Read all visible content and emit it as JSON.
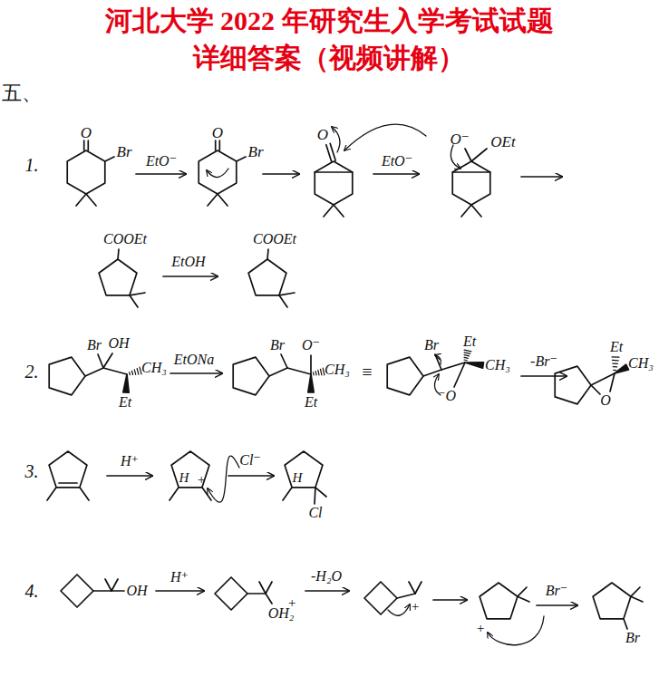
{
  "diagram": {
    "title": "河北大学 2022 年研究生入学考试试题",
    "labels": [
      "详细答案（视频讲解）",
      "五、",
      "1.",
      "O",
      "Br",
      "EtO⁻",
      "O",
      "Br",
      "O",
      "EtO⁻",
      "O⁻",
      "OEt",
      "COOEt",
      "EtOH",
      "COOEt",
      "2.",
      "Br",
      "OH",
      "CH₃",
      "Et",
      "EtONa",
      "Br",
      "O⁻",
      "CH₃",
      "Et",
      "≡",
      "Br",
      "Et",
      "CH₃",
      "⁻O",
      "-Br⁻",
      "Et",
      "CH₃",
      "O",
      "3.",
      "H⁺",
      "H",
      "+",
      "Cl⁻",
      "H",
      "Cl",
      "4.",
      "OH",
      "H⁺",
      "+",
      "OH₂",
      "-H₂O",
      "+",
      "+",
      "Br⁻",
      "Br"
    ]
  }
}
